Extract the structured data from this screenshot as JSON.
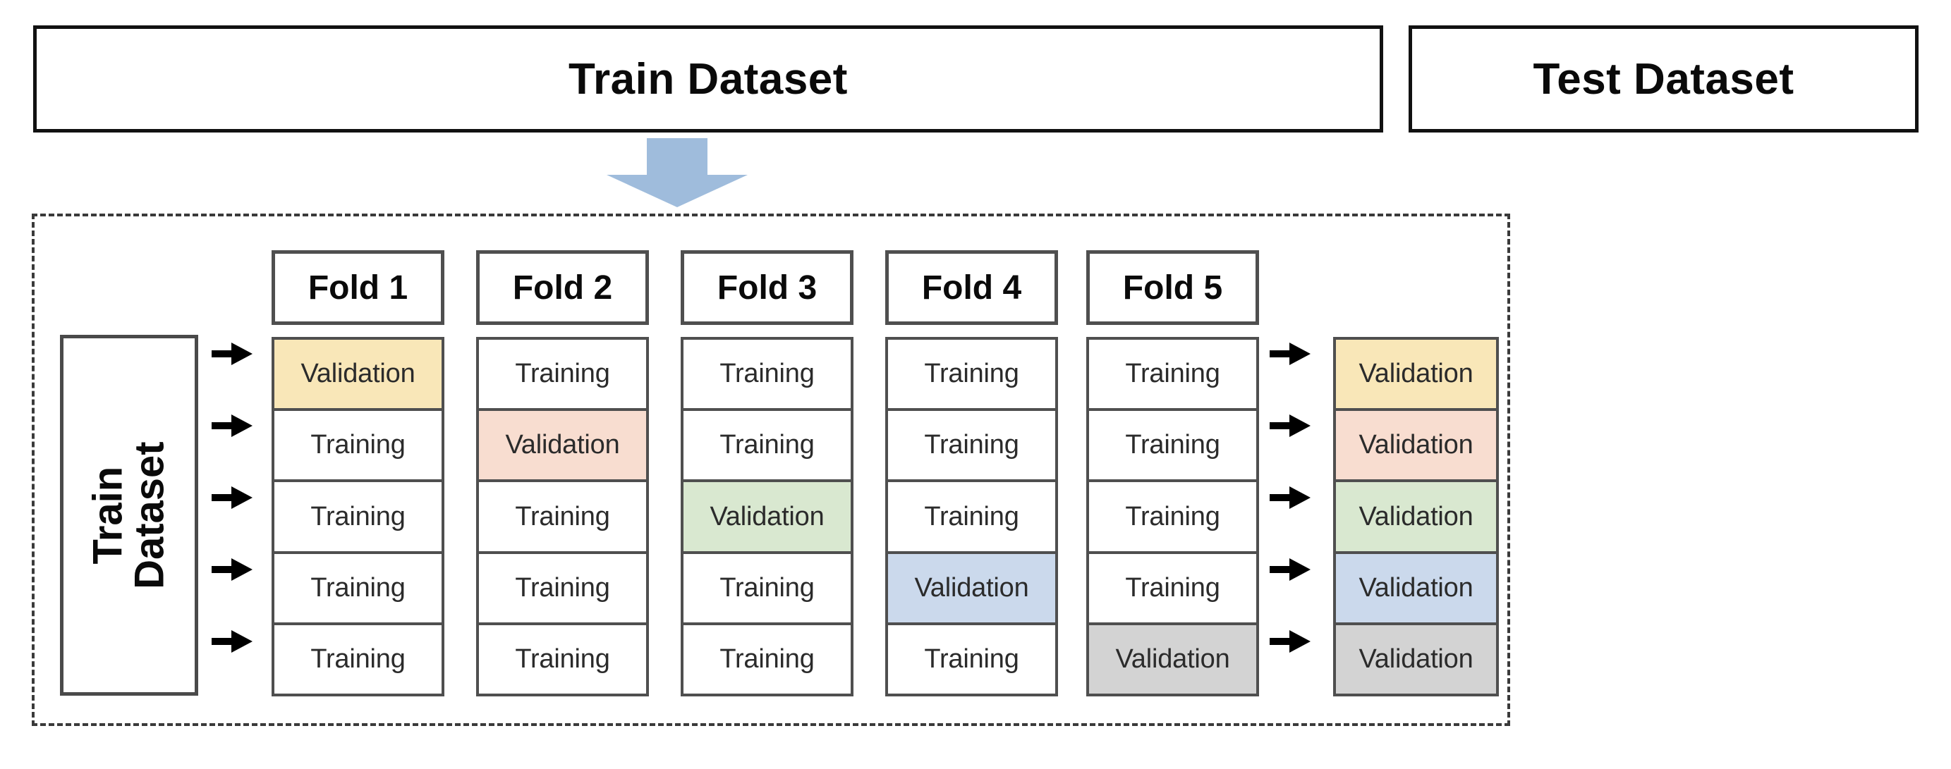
{
  "header": {
    "train_dataset_label": "Train Dataset",
    "test_dataset_label": "Test Dataset"
  },
  "split_arrow": {
    "icon": "down-arrow-icon",
    "color": "#9FBCDC"
  },
  "source": {
    "label_line1": "Train",
    "label_line2": "Dataset"
  },
  "folds": [
    {
      "header": "Fold 1"
    },
    {
      "header": "Fold 2"
    },
    {
      "header": "Fold 3"
    },
    {
      "header": "Fold 4"
    },
    {
      "header": "Fold 5"
    }
  ],
  "labels": {
    "training": "Training",
    "validation": "Validation"
  },
  "colors": {
    "validation_row_1": "#F9E7B8",
    "validation_row_2": "#F8DDD0",
    "validation_row_3": "#D9E8D0",
    "validation_row_4": "#CBD9EC",
    "validation_row_5": "#D3D3D3",
    "training_cell": "#FFFFFF",
    "cell_border": "#4F4F4F",
    "container_border": "#3A3A3A",
    "arrow": "#000000"
  },
  "grid": {
    "columns": [
      "Fold 1",
      "Fold 2",
      "Fold 3",
      "Fold 4",
      "Fold 5"
    ],
    "rows": [
      {
        "cells": [
          "Validation",
          "Training",
          "Training",
          "Training",
          "Training"
        ],
        "result": "Validation"
      },
      {
        "cells": [
          "Training",
          "Validation",
          "Training",
          "Training",
          "Training"
        ],
        "result": "Validation"
      },
      {
        "cells": [
          "Training",
          "Training",
          "Validation",
          "Training",
          "Training"
        ],
        "result": "Validation"
      },
      {
        "cells": [
          "Training",
          "Training",
          "Training",
          "Validation",
          "Training"
        ],
        "result": "Validation"
      },
      {
        "cells": [
          "Training",
          "Training",
          "Training",
          "Training",
          "Validation"
        ],
        "result": "Validation"
      }
    ]
  },
  "arrows": {
    "left_icon": "right-arrow-icon",
    "right_icon": "right-arrow-icon"
  }
}
